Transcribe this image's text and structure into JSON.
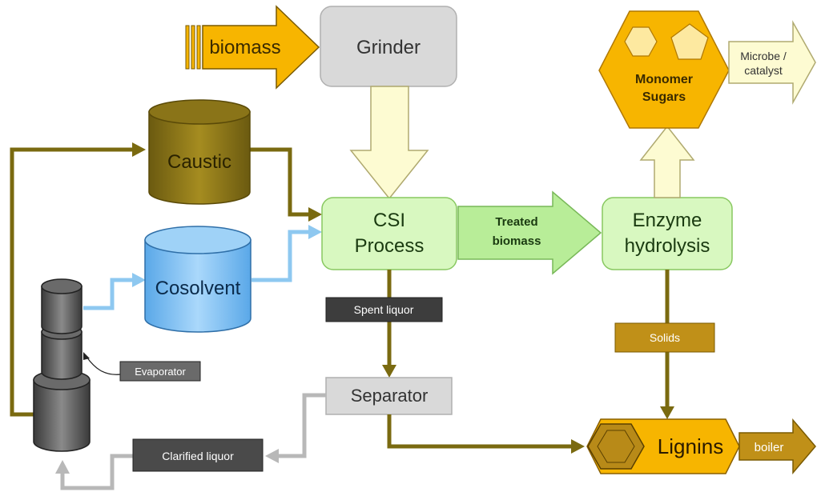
{
  "diagram": {
    "input": {
      "biomass": "biomass"
    },
    "grinder": "Grinder",
    "caustic": "Caustic",
    "cosolvent": "Cosolvent",
    "csi": {
      "line1": "CSI",
      "line2": "Process"
    },
    "treated": {
      "line1": "Treated",
      "line2": "biomass"
    },
    "enzyme": {
      "line1": "Enzyme",
      "line2": "hydrolysis"
    },
    "monomer": {
      "line1": "Monomer",
      "line2": "Sugars"
    },
    "microbe": {
      "line1": "Microbe /",
      "line2": "catalyst"
    },
    "spent_liquor": "Spent liquor",
    "solids": "Solids",
    "separator": "Separator",
    "lignins": "Lignins",
    "boiler": "boiler",
    "clarified_liquor": "Clarified liquor",
    "evaporator": "Evaporator"
  },
  "colors": {
    "olive": "#7a6a10",
    "light_blue": "#8ec8f0",
    "pale_yellow": "#fdfbd2",
    "green_box": "#d8f8c0",
    "orange": "#f7b500",
    "brown": "#c09018",
    "gray_box": "#d9d9d9",
    "dark_box": "#3d3d3d"
  }
}
